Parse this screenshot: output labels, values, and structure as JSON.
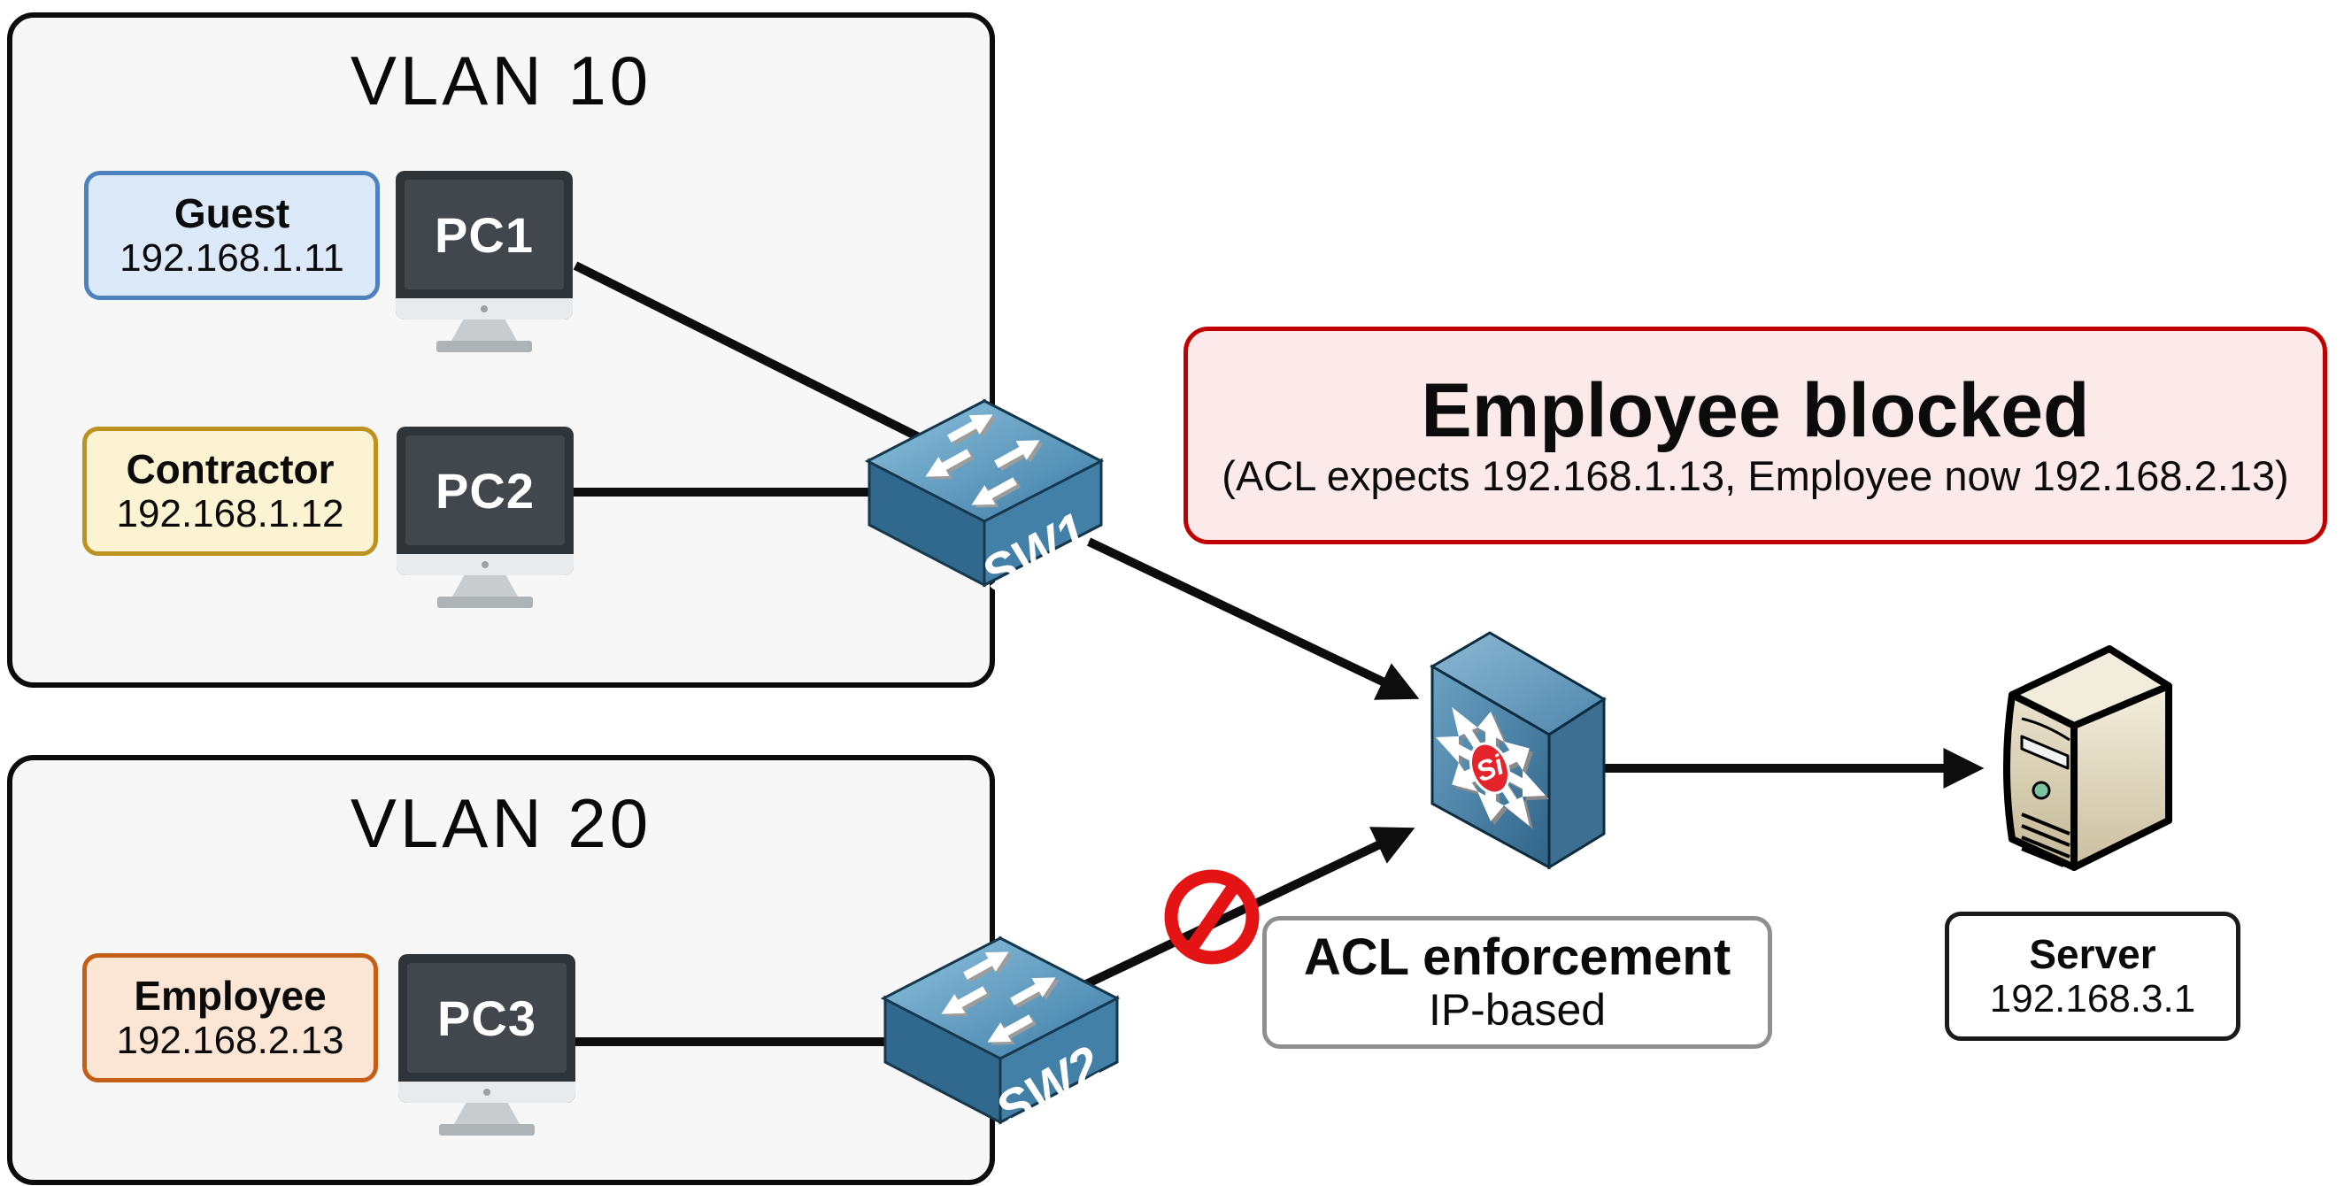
{
  "vlan10": {
    "title": "VLAN 10",
    "guest": {
      "name": "Guest",
      "ip": "192.168.1.11"
    },
    "contractor": {
      "name": "Contractor",
      "ip": "192.168.1.12"
    },
    "pc1_label": "PC1",
    "pc2_label": "PC2"
  },
  "vlan20": {
    "title": "VLAN 20",
    "employee": {
      "name": "Employee",
      "ip": "192.168.2.13"
    },
    "pc3_label": "PC3"
  },
  "switches": {
    "sw1": "SW1",
    "sw2": "SW2",
    "core_badge": "Si"
  },
  "callout": {
    "title": "Employee blocked",
    "detail": "(ACL expects 192.168.1.13, Employee now 192.168.2.13)"
  },
  "acl": {
    "title": "ACL enforcement",
    "mode": "IP-based"
  },
  "server": {
    "name": "Server",
    "ip": "192.168.3.1"
  },
  "colors": {
    "vlan_fill": "#f7f7f7",
    "guest_fill": "#dbe9f8",
    "guest_border": "#4e81bd",
    "contractor_fill": "#fcf3d2",
    "contractor_border": "#bd9221",
    "employee_fill": "#fbe5d5",
    "employee_border": "#c55f15",
    "blocked_fill": "#fce9e9",
    "blocked_border": "#c00000",
    "switch_blue": "#4380a8",
    "server_beige": "#d9cdab",
    "prohibit_red": "#e51414",
    "link_black": "#0d0d0d"
  }
}
